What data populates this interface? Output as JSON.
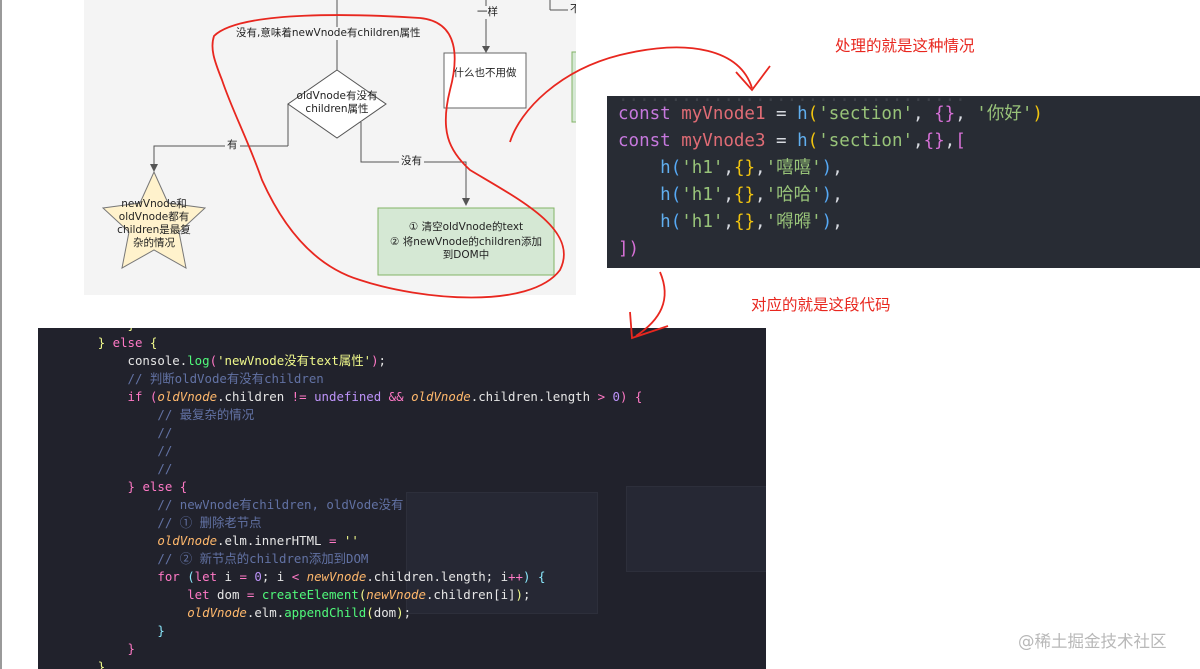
{
  "flowchart": {
    "label_top_yiyang": "一样",
    "label_top_right_cut": "不",
    "label_no_children_attr": "没有,意味着newVnode有children属性",
    "diamond_text": "oldVnode有没有children属性",
    "label_you": "有",
    "label_meiyou": "没有",
    "box_do_nothing": "什么也不用做",
    "star_text": "newVnode和oldVnode都有children是最复杂的情况",
    "box_green_line1": "① 清空oldVnode的text",
    "box_green_line2": "② 将newVnode的children添加到DOM中"
  },
  "code_top": {
    "lines": [
      [
        [
          "kw-top",
          "const "
        ],
        [
          "var-top",
          "myVnode1"
        ],
        [
          "pun-top",
          " = "
        ],
        [
          "fn-top",
          "h"
        ],
        [
          "brk-y",
          "("
        ],
        [
          "str-top",
          "'section'"
        ],
        [
          "pun-top",
          ", "
        ],
        [
          "brk-p",
          "{}"
        ],
        [
          "pun-top",
          ", "
        ],
        [
          "str-top",
          "'你好'"
        ],
        [
          "brk-y",
          ")"
        ]
      ],
      [
        [
          "kw-top",
          "const "
        ],
        [
          "var-top",
          "myVnode3"
        ],
        [
          "pun-top",
          " = "
        ],
        [
          "fn-top",
          "h"
        ],
        [
          "brk-y",
          "("
        ],
        [
          "str-top",
          "'section'"
        ],
        [
          "pun-top",
          ","
        ],
        [
          "brk-p",
          "{}"
        ],
        [
          "pun-top",
          ","
        ],
        [
          "brk-p",
          "["
        ]
      ],
      [
        [
          "pun-top",
          "    "
        ],
        [
          "fn-top",
          "h"
        ],
        [
          "brk-b",
          "("
        ],
        [
          "str-top",
          "'h1'"
        ],
        [
          "pun-top",
          ","
        ],
        [
          "brk-y",
          "{}"
        ],
        [
          "pun-top",
          ","
        ],
        [
          "str-top",
          "'嘻嘻'"
        ],
        [
          "brk-b",
          ")"
        ],
        [
          "pun-top",
          ","
        ]
      ],
      [
        [
          "pun-top",
          "    "
        ],
        [
          "fn-top",
          "h"
        ],
        [
          "brk-b",
          "("
        ],
        [
          "str-top",
          "'h1'"
        ],
        [
          "pun-top",
          ","
        ],
        [
          "brk-y",
          "{}"
        ],
        [
          "pun-top",
          ","
        ],
        [
          "str-top",
          "'哈哈'"
        ],
        [
          "brk-b",
          ")"
        ],
        [
          "pun-top",
          ","
        ]
      ],
      [
        [
          "pun-top",
          "    "
        ],
        [
          "fn-top",
          "h"
        ],
        [
          "brk-b",
          "("
        ],
        [
          "str-top",
          "'h1'"
        ],
        [
          "pun-top",
          ","
        ],
        [
          "brk-y",
          "{}"
        ],
        [
          "pun-top",
          ","
        ],
        [
          "str-top",
          "'嘚嘚'"
        ],
        [
          "brk-b",
          ")"
        ],
        [
          "pun-top",
          ","
        ]
      ],
      [
        [
          "brk-p",
          "])"
        ]
      ]
    ]
  },
  "code_bottom": {
    "lines": [
      [
        [
          "pl",
          "            "
        ],
        [
          "by",
          "}"
        ]
      ],
      [
        [
          "pl",
          "        "
        ],
        [
          "by",
          "}"
        ],
        [
          "kw",
          " else "
        ],
        [
          "by",
          "{"
        ]
      ],
      [
        [
          "pl",
          "            console."
        ],
        [
          "fn",
          "log"
        ],
        [
          "bp",
          "("
        ],
        [
          "str",
          "'newVnode没有text属性'"
        ],
        [
          "bp",
          ")"
        ],
        [
          "pl",
          ";"
        ]
      ],
      [
        [
          "cm",
          "            // 判断oldVode有没有children"
        ]
      ],
      [
        [
          "kw",
          "            if "
        ],
        [
          "bp",
          "("
        ],
        [
          "it",
          "oldVnode"
        ],
        [
          "pl",
          ".children "
        ],
        [
          "op",
          "!="
        ],
        [
          "pl",
          " "
        ],
        [
          "und",
          "undefined"
        ],
        [
          "pl",
          " "
        ],
        [
          "op",
          "&&"
        ],
        [
          "pl",
          " "
        ],
        [
          "it",
          "oldVnode"
        ],
        [
          "pl",
          ".children.length "
        ],
        [
          "op",
          ">"
        ],
        [
          "pl",
          " "
        ],
        [
          "num",
          "0"
        ],
        [
          "bp",
          ")"
        ],
        [
          "pl",
          " "
        ],
        [
          "bp",
          "{"
        ]
      ],
      [
        [
          "cm",
          "                // 最复杂的情况"
        ]
      ],
      [
        [
          "cm",
          "                //"
        ]
      ],
      [
        [
          "cm",
          "                //"
        ]
      ],
      [
        [
          "cm",
          "                //"
        ]
      ],
      [
        [
          "pl",
          "            "
        ],
        [
          "bp",
          "}"
        ],
        [
          "kw",
          " else "
        ],
        [
          "bp",
          "{"
        ]
      ],
      [
        [
          "cm",
          "                // newVnode有children, oldVode没有"
        ]
      ],
      [
        [
          "cm",
          "                // ① 删除老节点"
        ]
      ],
      [
        [
          "pl",
          "                "
        ],
        [
          "it",
          "oldVnode"
        ],
        [
          "pl",
          ".elm.innerHTML "
        ],
        [
          "op",
          "="
        ],
        [
          "pl",
          " "
        ],
        [
          "str",
          "''"
        ]
      ],
      [
        [
          "cm",
          "                // ② 新节点的children添加到DOM"
        ]
      ],
      [
        [
          "kw",
          "                for "
        ],
        [
          "bb",
          "("
        ],
        [
          "kw",
          "let"
        ],
        [
          "pl",
          " i "
        ],
        [
          "op",
          "="
        ],
        [
          "pl",
          " "
        ],
        [
          "num",
          "0"
        ],
        [
          "pl",
          "; i "
        ],
        [
          "op",
          "<"
        ],
        [
          "pl",
          " "
        ],
        [
          "it",
          "newVnode"
        ],
        [
          "pl",
          ".children.length; i"
        ],
        [
          "op",
          "++"
        ],
        [
          "bb",
          ")"
        ],
        [
          "pl",
          " "
        ],
        [
          "bb",
          "{"
        ]
      ],
      [
        [
          "kw",
          "                    let"
        ],
        [
          "pl",
          " dom "
        ],
        [
          "op",
          "="
        ],
        [
          "pl",
          " "
        ],
        [
          "fn",
          "createElement"
        ],
        [
          "by",
          "("
        ],
        [
          "it",
          "newVnode"
        ],
        [
          "pl",
          ".children[i]"
        ],
        [
          "by",
          ")"
        ],
        [
          "pl",
          ";"
        ]
      ],
      [
        [
          "pl",
          "                    "
        ],
        [
          "it",
          "oldVnode"
        ],
        [
          "pl",
          ".elm."
        ],
        [
          "fn",
          "appendChild"
        ],
        [
          "by",
          "("
        ],
        [
          "pl",
          "dom"
        ],
        [
          "by",
          ")"
        ],
        [
          "pl",
          ";"
        ]
      ],
      [
        [
          "pl",
          "                "
        ],
        [
          "bb",
          "}"
        ]
      ],
      [
        [
          "pl",
          "            "
        ],
        [
          "bp",
          "}"
        ]
      ],
      [
        [
          "pl",
          "        "
        ],
        [
          "by",
          "}"
        ]
      ]
    ]
  },
  "annotations": {
    "top_note": "处理的就是这种情况",
    "bottom_note": "对应的就是这段代码"
  },
  "watermark": "@稀土掘金技术社区",
  "colors": {
    "annotation_red": "#e8271f",
    "flow_green_box": "#d5e8d4",
    "flow_star_fill": "#fff2cc"
  }
}
